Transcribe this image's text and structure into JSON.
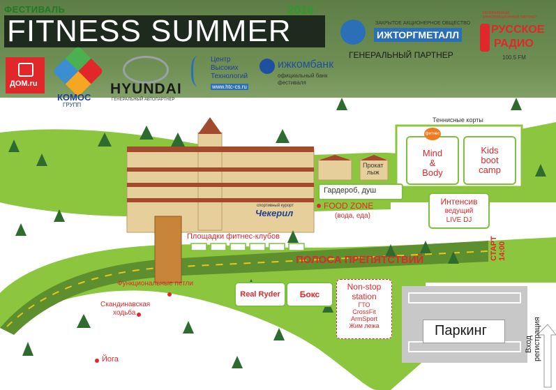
{
  "header": {
    "festival_label": "ФЕСТИВАЛЬ",
    "festival_title": "FITNESS SUMMER",
    "year": "2016"
  },
  "sponsors": {
    "partner_company": "ЗАКРЫТОЕ АКЦИОНЕРНОЕ ОБЩЕСТВО",
    "partner_name": "ИЖТОРГМЕТАЛЛ",
    "partner_role": "ГЕНЕРАЛЬНЫЙ ПАРТНЕР",
    "radio_caption": "ГЕНЕРАЛЬНЫЙ ИНФОРМАЦИОННЫЙ ПАРТНЕР",
    "radio_name_line1": "РУССКОЕ",
    "radio_name_line2": "РАДИО",
    "radio_freq": "100.5 FM",
    "domru": "ДОМ.ru",
    "komos_line1": "КОМОС",
    "komos_line2": "ГРУПП",
    "hyundai": "HYUNDAI",
    "hyundai_role": "ГЕНЕРАЛЬНЫЙ АВТОПАРТНЕР",
    "htc_line1": "Центр",
    "htc_line2": "Высоких",
    "htc_line3": "Технологий",
    "htc_url": "www.htc-cs.ru",
    "izhkombank": "ижкомбанк",
    "izhkombank_role1": "официальный банк",
    "izhkombank_role2": "фестиваля"
  },
  "map": {
    "tennis_courts": "Теннисные корты",
    "mind_body": [
      "Mind",
      "&",
      "Body"
    ],
    "kids_boot_camp": [
      "Kids",
      "boot",
      "camp"
    ],
    "rental": [
      "Прокат",
      "лыж"
    ],
    "wardrobe": "Гардероб, душ",
    "food_zone": "FOOD ZONE",
    "food_zone_sub": "(вода, еда)",
    "intensive_title": "Интенсив",
    "intensive_sub1": "ведущий",
    "intensive_sub2": "LIVE DJ",
    "hotel_sign": "Чекерил",
    "hotel_sign_small": "спортивный курорт",
    "fitness_clubs": "Площадки фитнес-клубов",
    "obstacle_course": "ПОЛОСА ПРЕПЯТСТВИЙ",
    "start": "СТАРТ",
    "start_time": "14:00",
    "functional_loops": "Функциональные петли",
    "real_ryder": "Real Ryder",
    "box": "Бокс",
    "nonstop_title1": "Non-stop",
    "nonstop_title2": "station",
    "nonstop_items": [
      "ГТО",
      "CrossFit",
      "ArmSport",
      "Жим лежа"
    ],
    "nordic_walking_line1": "Скандинавская",
    "nordic_walking_line2": "ходьба",
    "yoga": "Йога",
    "parking": "Паркинг",
    "entrance_line1": "Вход",
    "entrance_line2": "регистрация",
    "fitness_logo_small": "фитнес"
  },
  "colors": {
    "grass": "#8cc63f",
    "forest": "#3f6b2f",
    "accent_red": "#e0282a",
    "road": "#5e8f2e",
    "parking": "#c8c8c8"
  }
}
